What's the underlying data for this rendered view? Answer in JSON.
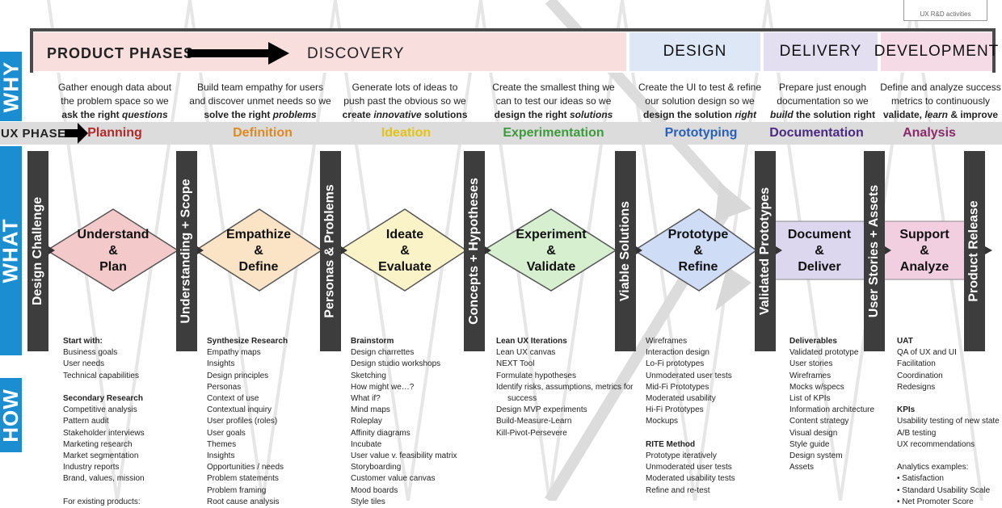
{
  "corner_note": "UX R&D activities",
  "side_labels": {
    "why": "WHY",
    "what": "WHAT",
    "how": "HOW"
  },
  "product_phases": {
    "label": "PRODUCT PHASES",
    "discovery": "DISCOVERY",
    "design": "DESIGN",
    "delivery": "DELIVERY",
    "development": "DEVELOPMENT"
  },
  "why": [
    {
      "line1": "Gather enough data about",
      "line2": "the problem space so we",
      "bold": "ask the right",
      "em": "questions"
    },
    {
      "line1": "Build team empathy for users",
      "line2": "and discover unmet needs so we",
      "bold": "solve the right",
      "em": "problems"
    },
    {
      "line1": "Generate lots of ideas to",
      "line2": "push past the obvious so we",
      "bold": "create",
      "em": "innovative",
      "tail": "solutions"
    },
    {
      "line1": "Create the smallest thing we",
      "line2": "can to test our ideas so we",
      "bold": "design the right",
      "em": "solutions"
    },
    {
      "line1": "Create the UI to test & refine",
      "line2": "our solution design so we",
      "bold": "design the solution",
      "em": "right"
    },
    {
      "line1": "Prepare just enough",
      "line2": "documentation so we",
      "em": "build",
      "bold": "the solution right"
    },
    {
      "line1": "Define and analyze success",
      "line2": "metrics to continuously",
      "bold": "validate,",
      "em": "learn",
      "tail": "& improve"
    }
  ],
  "ux_phases": {
    "label": "UX PHASES",
    "items": [
      "Planning",
      "Definition",
      "Ideation",
      "Experimentation",
      "Prototyping",
      "Documentation",
      "Analysis"
    ],
    "colors": [
      "#b22a2a",
      "#e08a1e",
      "#e3c21a",
      "#3d9a3d",
      "#2a5fb8",
      "#4a2a80",
      "#8a2a6a"
    ]
  },
  "gates": [
    "Design Challenge",
    "Understanding + Scope",
    "Personas & Problems",
    "Concepts + Hypotheses",
    "Viable Solutions",
    "Validated Prototypes",
    "User Stories + Assets",
    "Product Release"
  ],
  "activities": [
    {
      "l1": "Understand",
      "l2": "&",
      "l3": "Plan"
    },
    {
      "l1": "Empathize",
      "l2": "&",
      "l3": "Define"
    },
    {
      "l1": "Ideate",
      "l2": "&",
      "l3": "Evaluate"
    },
    {
      "l1": "Experiment",
      "l2": "&",
      "l3": "Validate"
    },
    {
      "l1": "Prototype",
      "l2": "&",
      "l3": "Refine"
    },
    {
      "l1": "Document",
      "l2": "&",
      "l3": "Deliver"
    },
    {
      "l1": "Support",
      "l2": "&",
      "l3": "Analyze"
    }
  ],
  "how": [
    [
      "*Start with:",
      "Business goals",
      "User needs",
      "Technical capabilities",
      "",
      "*Secondary Research",
      "Competitive analysis",
      "Pattern audit",
      "Stakeholder interviews",
      "Marketing research",
      "Market segmentation",
      "Industry reports",
      "Brand, values, mission",
      "",
      "For existing products:"
    ],
    [
      "*Synthesize Research",
      "Empathy maps",
      "Insights",
      "Design principles",
      "Personas",
      "Context of use",
      "Contextual inquiry",
      "User profiles (roles)",
      "User goals",
      "Themes",
      "Insights",
      "Opportunities / needs",
      "Problem statements",
      "Problem framing",
      "Root cause analysis"
    ],
    [
      "*Brainstorm",
      "Design charrettes",
      "Design studio workshops",
      "Sketching",
      "How might we…?",
      "What if?",
      "Mind maps",
      "Roleplay",
      "Affinity diagrams",
      "Incubate",
      "User value v. feasibility matrix",
      "Storyboarding",
      "Customer value canvas",
      "Mood boards",
      "Style tiles"
    ],
    [
      "*Lean UX Iterations",
      "Lean UX canvas",
      "NEXT Tool",
      "Formulate hypotheses",
      "Identify risks, assumptions, metrics for",
      "    success",
      "Design MVP experiments",
      "Build-Measure-Learn",
      "Kill-Pivot-Persevere"
    ],
    [
      "Wireframes",
      "Interaction design",
      "Lo-Fi prototypes",
      "Unmoderated user tests",
      "Mid-Fi Prototypes",
      "Moderated usability",
      "Hi-Fi Prototypes",
      "Mockups",
      "",
      "*RITE Method",
      "Prototype iteratively",
      "Unmoderated user tests",
      "Moderated usability tests",
      "Refine and re-test"
    ],
    [
      "*Deliverables",
      "Validated prototype",
      "User stories",
      "Wireframes",
      "Mocks w/specs",
      "List of KPIs",
      "Information architecture",
      "Content strategy",
      "Visual design",
      "Style guide",
      "Design system",
      "Assets"
    ],
    [
      "*UAT",
      "QA of UX and UI",
      "Facilitation",
      "Coordination",
      "Redesigns",
      "",
      "*KPIs",
      "Usability testing of new state",
      "A/B testing",
      "UX recommendations",
      "",
      "Analytics examples:",
      "• Satisfaction",
      "• Standard Usability Scale",
      "• Net Promoter Score"
    ]
  ]
}
